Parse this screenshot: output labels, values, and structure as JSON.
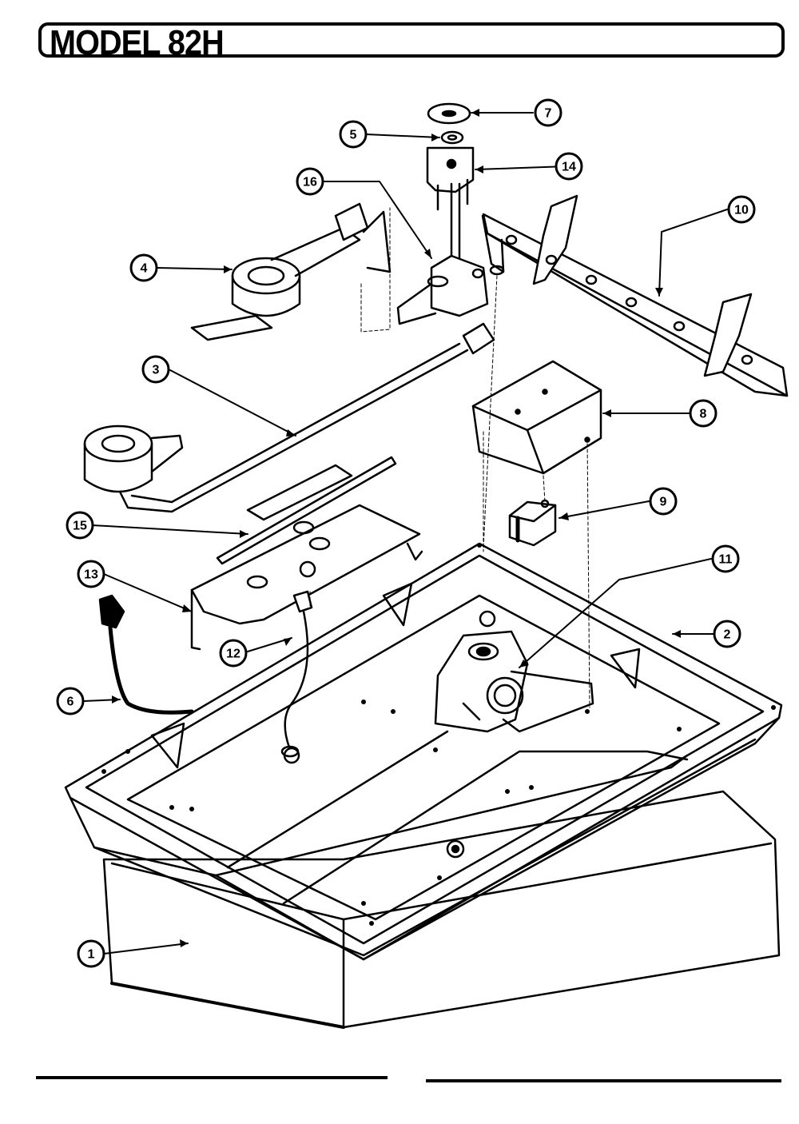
{
  "header": {
    "title": "MODEL 82H"
  },
  "callouts": [
    {
      "id": "c1",
      "label": "1"
    },
    {
      "id": "c2",
      "label": "2"
    },
    {
      "id": "c3",
      "label": "3"
    },
    {
      "id": "c4",
      "label": "4"
    },
    {
      "id": "c5",
      "label": "5"
    },
    {
      "id": "c6",
      "label": "6"
    },
    {
      "id": "c7",
      "label": "7"
    },
    {
      "id": "c8",
      "label": "8"
    },
    {
      "id": "c9",
      "label": "9"
    },
    {
      "id": "c10",
      "label": "10"
    },
    {
      "id": "c11",
      "label": "11"
    },
    {
      "id": "c12",
      "label": "12"
    },
    {
      "id": "c13",
      "label": "13"
    },
    {
      "id": "c14",
      "label": "14"
    },
    {
      "id": "c15",
      "label": "15"
    },
    {
      "id": "c16",
      "label": "16"
    }
  ]
}
